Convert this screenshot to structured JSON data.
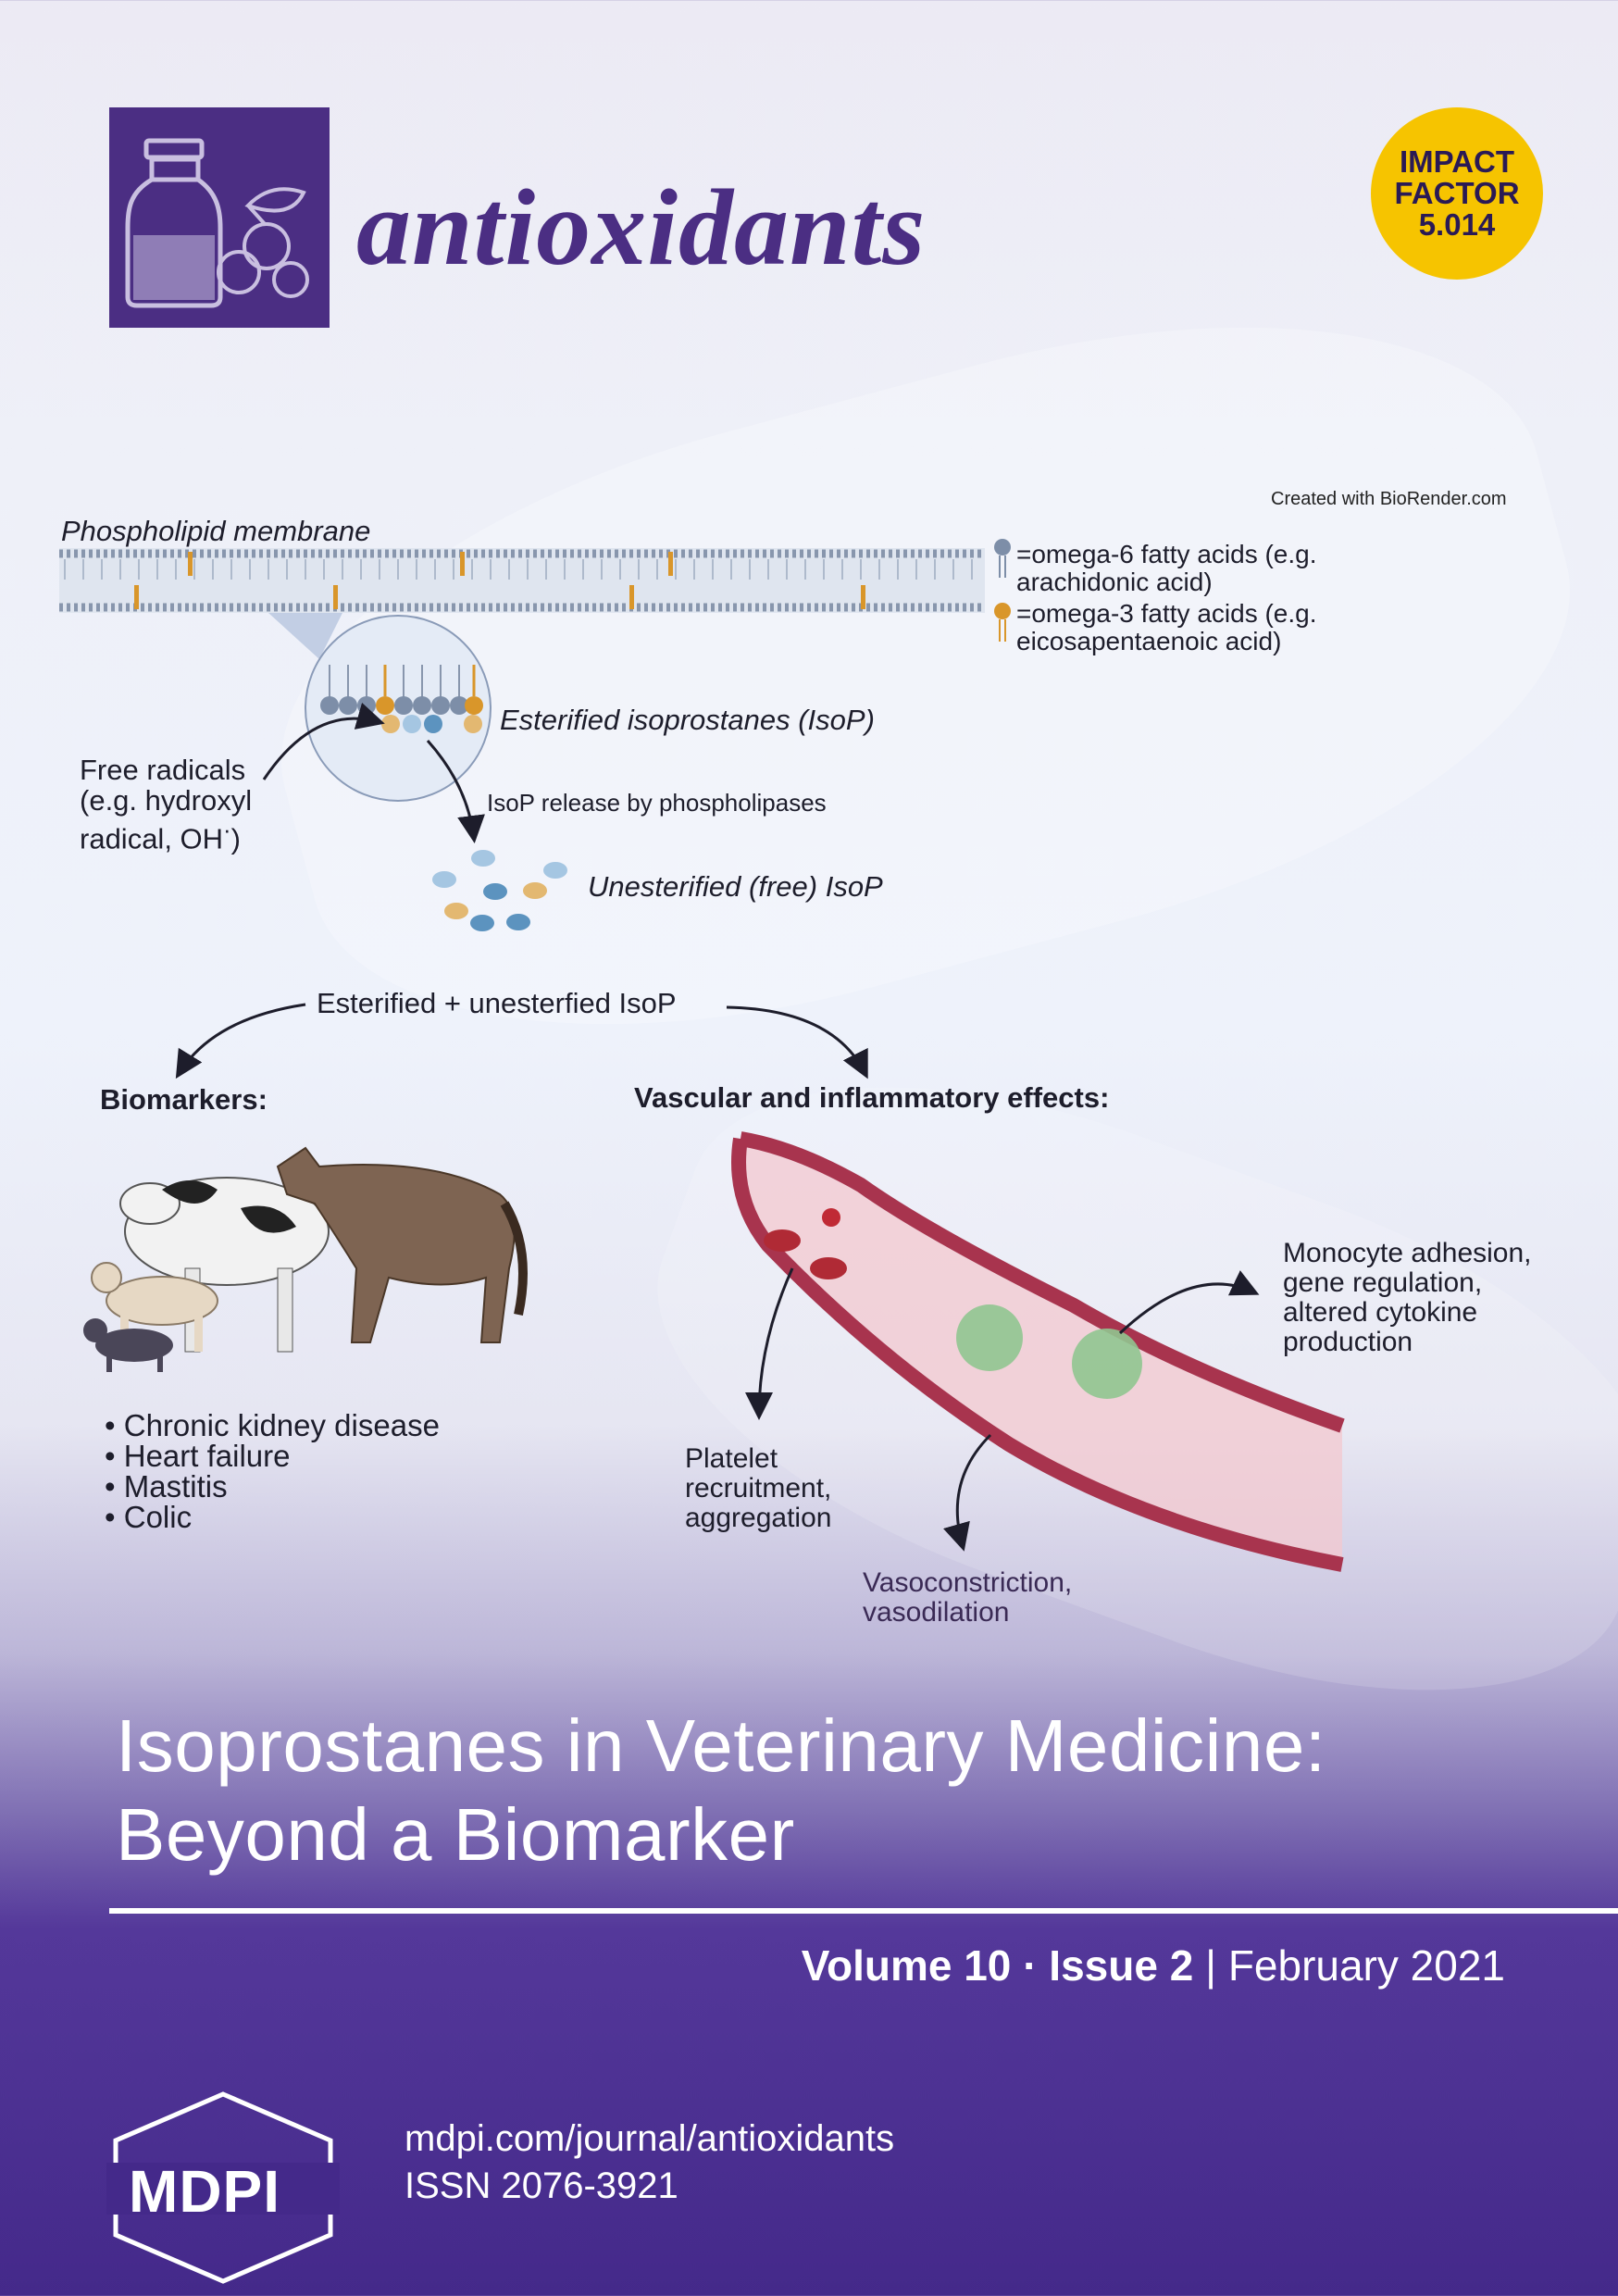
{
  "header": {
    "journal_title": "antioxidants",
    "impact": {
      "line1": "IMPACT",
      "line2": "FACTOR",
      "value": "5.014"
    }
  },
  "figure": {
    "credit": "Created with BioRender.com",
    "membrane_label": "Phospholipid membrane",
    "legend": {
      "omega6": [
        "=omega-6 fatty acids (e.g.",
        "arachidonic acid)"
      ],
      "omega3": [
        "=omega-3 fatty acids (e.g.",
        "eicosapentaenoic acid)"
      ]
    },
    "esterified_label": "Esterified isoprostanes (IsoP)",
    "free_radicals": {
      "line1": "Free radicals",
      "line2": "(e.g. hydroxyl",
      "line3": "radical, OH",
      "sup": "·",
      "close": ")"
    },
    "release_label": "IsoP release by phospholipases",
    "unesterified_label": "Unesterified (free) IsoP",
    "combined_label": "Esterified + unesterfied IsoP",
    "biomarkers_heading": "Biomarkers:",
    "vascular_heading": "Vascular and inflammatory effects:",
    "biomarker_items": [
      "Chronic kidney disease",
      "Heart failure",
      "Mastitis",
      "Colic"
    ],
    "monocyte_label": [
      "Monocyte adhesion,",
      "gene regulation,",
      "altered cytokine",
      "production"
    ],
    "platelet_label": [
      "Platelet",
      "recruitment,",
      "aggregation"
    ],
    "vaso_label": [
      "Vasoconstriction,",
      "vasodilation"
    ]
  },
  "cover": {
    "title_line1": "Isoprostanes in Veterinary Medicine:",
    "title_line2": "Beyond a Biomarker",
    "volume": "Volume 10",
    "separator": "·",
    "issue": "Issue 2",
    "pipe": "|",
    "date": "February 2021",
    "publisher": "MDPI",
    "url": "mdpi.com/journal/antioxidants",
    "issn": "ISSN 2076-3921"
  },
  "colors": {
    "brand": "#4b2e83",
    "impact": "#f6c400",
    "omega6": "#7d8ea8",
    "omega3": "#d9962a",
    "vessel": "#a8344e"
  }
}
